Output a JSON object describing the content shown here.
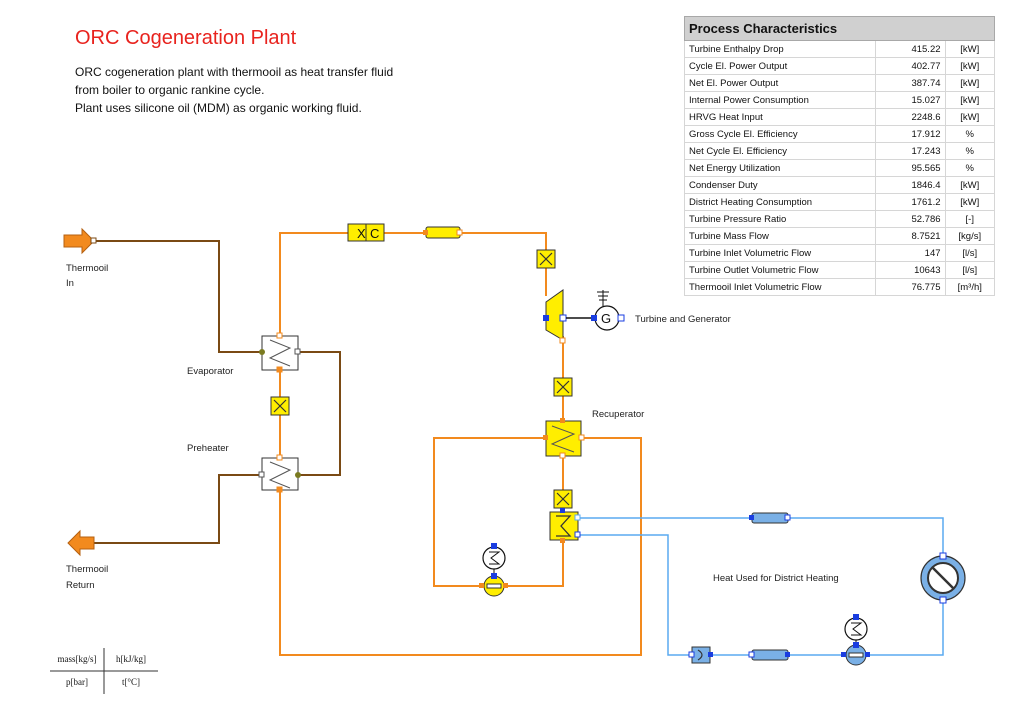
{
  "title": "ORC Cogeneration Plant",
  "description": [
    "ORC cogeneration plant with thermooil as heat transfer fluid",
    "from boiler to organic rankine cycle.",
    "Plant uses silicone oil (MDM) as organic working fluid."
  ],
  "labels": {
    "thermooil_in_line1": "Thermooil",
    "thermooil_in_line2": "In",
    "thermooil_return_line1": "Thermooil",
    "thermooil_return_line2": "Return",
    "evaporator": "Evaporator",
    "preheater": "Preheater",
    "recuperator": "Recuperator",
    "turbine_generator": "Turbine and Generator",
    "district_heating": "Heat Used for District Heating"
  },
  "table": {
    "header": "Process Characteristics",
    "rows": [
      {
        "name": "Turbine Enthalpy Drop",
        "value": "415.22",
        "unit": "[kW]"
      },
      {
        "name": "Cycle El. Power Output",
        "value": "402.77",
        "unit": "[kW]"
      },
      {
        "name": "Net El. Power Output",
        "value": "387.74",
        "unit": "[kW]"
      },
      {
        "name": "Internal Power Consumption",
        "value": "15.027",
        "unit": "[kW]"
      },
      {
        "name": "HRVG Heat Input",
        "value": "2248.6",
        "unit": "[kW]"
      },
      {
        "name": "Gross Cycle El. Efficiency",
        "value": "17.912",
        "unit": "%"
      },
      {
        "name": "Net Cycle El. Efficiency",
        "value": "17.243",
        "unit": "%"
      },
      {
        "name": "Net Energy Utilization",
        "value": "95.565",
        "unit": "%"
      },
      {
        "name": "Condenser Duty",
        "value": "1846.4",
        "unit": "[kW]"
      },
      {
        "name": "District Heating Consumption",
        "value": "1761.2",
        "unit": "[kW]"
      },
      {
        "name": "Turbine Pressure Ratio",
        "value": "52.786",
        "unit": "[-]"
      },
      {
        "name": "Turbine Mass Flow",
        "value": "8.7521",
        "unit": "[kg/s]"
      },
      {
        "name": "Turbine Inlet Volumetric Flow",
        "value": "147",
        "unit": "[l/s]"
      },
      {
        "name": "Turbine Outlet Volumetric Flow",
        "value": "10643",
        "unit": "[l/s]"
      },
      {
        "name": "Thermooil Inlet Volumetric Flow",
        "value": "76.775",
        "unit": "[m³/h]"
      }
    ]
  },
  "legend": {
    "top_left": "mass[kg/s]",
    "top_right": "h[kJ/kg]",
    "bottom_left": "p[bar]",
    "bottom_right": "t[°C]"
  },
  "colors": {
    "title": "#e8231e",
    "thermooil_pipe": "#7a4a14",
    "orc_pipe": "#f28a1e",
    "water_pipe": "#5aaaf0",
    "component_fill": "#ffee00",
    "component_stroke": "#555555"
  }
}
